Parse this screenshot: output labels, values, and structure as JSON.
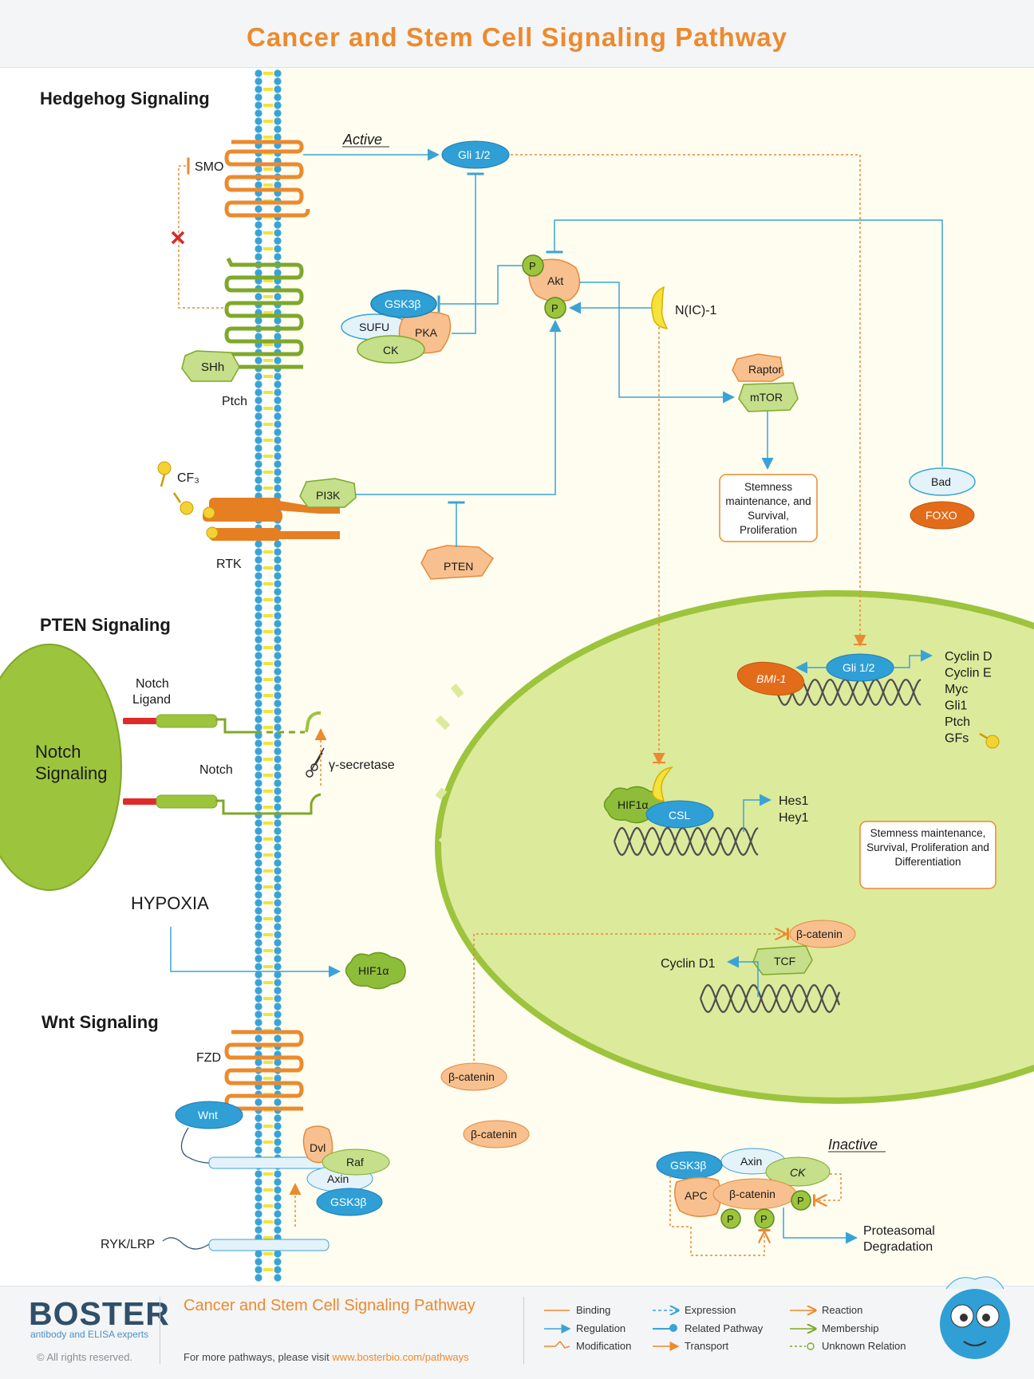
{
  "title": "Cancer and Stem Cell Signaling Pathway",
  "sections": {
    "hedgehog": "Hedgehog Signaling",
    "pten": "PTEN Signaling",
    "notch": "Notch Signaling",
    "hypoxia": "HYPOXIA",
    "wnt": "Wnt Signaling"
  },
  "labels": {
    "active": "Active",
    "inactive": "Inactive",
    "smo": "SMO",
    "ptch": "Ptch",
    "shh": "SHh",
    "cf3": "CF₃",
    "rtk": "RTK",
    "pi3k": "PI3K",
    "pten": "PTEN",
    "gli": "Gli 1/2",
    "gsk3b": "GSK3β",
    "sufu": "SUFU",
    "pka": "PKA",
    "ck": "CK",
    "akt": "Akt",
    "p": "P",
    "nic": "N(IC)-1",
    "raptor": "Raptor",
    "mtor": "mTOR",
    "stemness1": "Stemness maintenance, and Survival, Proliferation",
    "bad": "Bad",
    "foxo": "FOXO",
    "notch_ligand": "Notch Ligand",
    "notch": "Notch",
    "y_secretase": "γ-secretase",
    "bmi1": "BMI-1",
    "gli_targets": [
      "Cyclin D",
      "Cyclin E",
      "Myc",
      "Gli1",
      "Ptch",
      "GFs"
    ],
    "hif1a": "HIF1α",
    "csl": "CSL",
    "hes1": "Hes1",
    "hey1": "Hey1",
    "stemness2": "Stemness maintenance, Survival, Proliferation and Differentiation",
    "bcatenin": "β-catenin",
    "tcf": "TCF",
    "cyclin_d1": "Cyclin D1",
    "fzd": "FZD",
    "wnt": "Wnt",
    "dvl": "Dvl",
    "raf": "Raf",
    "axin": "Axin",
    "ryk": "RYK/LRP",
    "apc": "APC",
    "proteasomal": "Proteasomal Degradation"
  },
  "footer": {
    "brand": "BOSTER",
    "tagline": "antibody and ELISA experts",
    "copyright": "© All rights reserved.",
    "title": "Cancer and Stem Cell Signaling Pathway",
    "visit_prefix": "For more pathways, please visit",
    "visit_link": "www.bosterbio.com/pathways",
    "legend": [
      "Binding",
      "Regulation",
      "Modification",
      "Expression",
      "Related Pathway",
      "Transport",
      "Reaction",
      "Membership",
      "Unknown Relation"
    ]
  },
  "colors": {
    "orange": "#ec8a2e",
    "blue": "#3aa3d6",
    "green": "#9cc43c",
    "peach": "#f8c08e",
    "cream": "#fefdf0",
    "nucleus": "#dcea9c"
  }
}
